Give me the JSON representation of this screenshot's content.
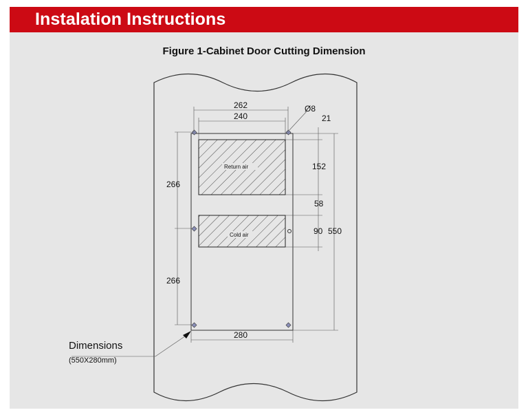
{
  "header": {
    "title": "Instalation Instructions",
    "color": "#cc0a14"
  },
  "figure": {
    "title": "Figure 1-Cabinet Door Cutting Dimension",
    "labels": {
      "top_outer": "262",
      "top_inner": "240",
      "hole_dia": "Ø8",
      "right_top": "21",
      "right_return": "152",
      "right_gap": "58",
      "right_cold": "90",
      "right_total": "550",
      "left_upper": "266",
      "left_lower": "266",
      "bottom_width": "280",
      "return_air": "Return air",
      "cold_air": "Cold air"
    },
    "callout": {
      "title": "Dimensions",
      "size": "(550X280mm)"
    }
  }
}
